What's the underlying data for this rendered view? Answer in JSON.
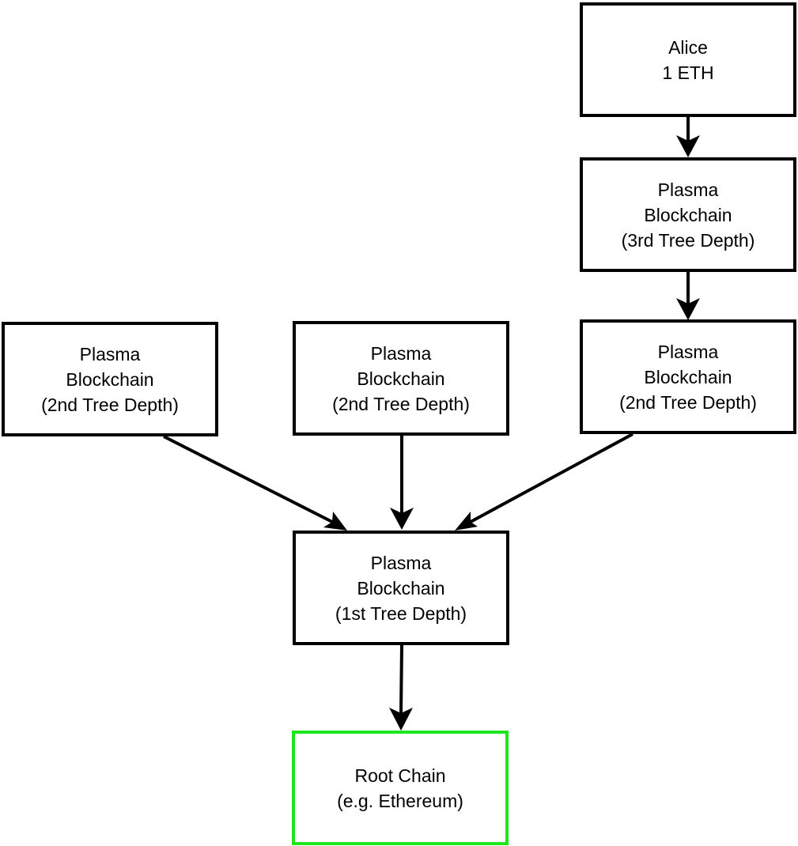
{
  "diagram": {
    "nodes": {
      "alice": {
        "line1": "Alice",
        "line2": "1 ETH"
      },
      "depth3": {
        "line1": "Plasma",
        "line2": "Blockchain",
        "line3": "(3rd Tree Depth)"
      },
      "depth2_left": {
        "line1": "Plasma",
        "line2": "Blockchain",
        "line3": "(2nd Tree Depth)"
      },
      "depth2_middle": {
        "line1": "Plasma",
        "line2": "Blockchain",
        "line3": "(2nd Tree Depth)"
      },
      "depth2_right": {
        "line1": "Plasma",
        "line2": "Blockchain",
        "line3": "(2nd Tree Depth)"
      },
      "depth1": {
        "line1": "Plasma",
        "line2": "Blockchain",
        "line3": "(1st Tree Depth)"
      },
      "root": {
        "line1": "Root Chain",
        "line2": "(e.g. Ethereum)"
      }
    },
    "edges": [
      {
        "from": "alice",
        "to": "depth3"
      },
      {
        "from": "depth3",
        "to": "depth2_right"
      },
      {
        "from": "depth2_left",
        "to": "depth1"
      },
      {
        "from": "depth2_middle",
        "to": "depth1"
      },
      {
        "from": "depth2_right",
        "to": "depth1"
      },
      {
        "from": "depth1",
        "to": "root"
      }
    ],
    "colors": {
      "border": "#000000",
      "root_border": "#1ee61e",
      "arrow": "#000000",
      "background": "#ffffff"
    }
  }
}
